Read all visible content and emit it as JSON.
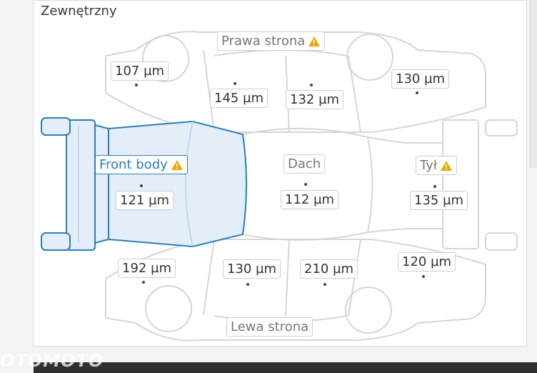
{
  "section": {
    "title": "Zewnętrzny"
  },
  "colors": {
    "outline": "#d4d4d4",
    "active_outline": "#2a7fb8",
    "active_fill": "#e3eef8",
    "warning": "#f0a500"
  },
  "zones": {
    "prawa_strona": {
      "label": "Prawa strona",
      "warning": true
    },
    "front_body": {
      "label": "Front body",
      "warning": true
    },
    "dach": {
      "label": "Dach",
      "warning": false
    },
    "tyl": {
      "label": "Tył",
      "warning": true
    },
    "lewa_strona": {
      "label": "Lewa strona",
      "warning": false
    }
  },
  "readings": {
    "r1": "107 µm",
    "r2": "145 µm",
    "r3": "132 µm",
    "r4": "130 µm",
    "r5": "121 µm",
    "r6": "112 µm",
    "r7": "135 µm",
    "r8": "192 µm",
    "r9": "130 µm",
    "r10": "210 µm",
    "r11": "120 µm"
  },
  "watermark": {
    "text": "OTOMOTO"
  }
}
